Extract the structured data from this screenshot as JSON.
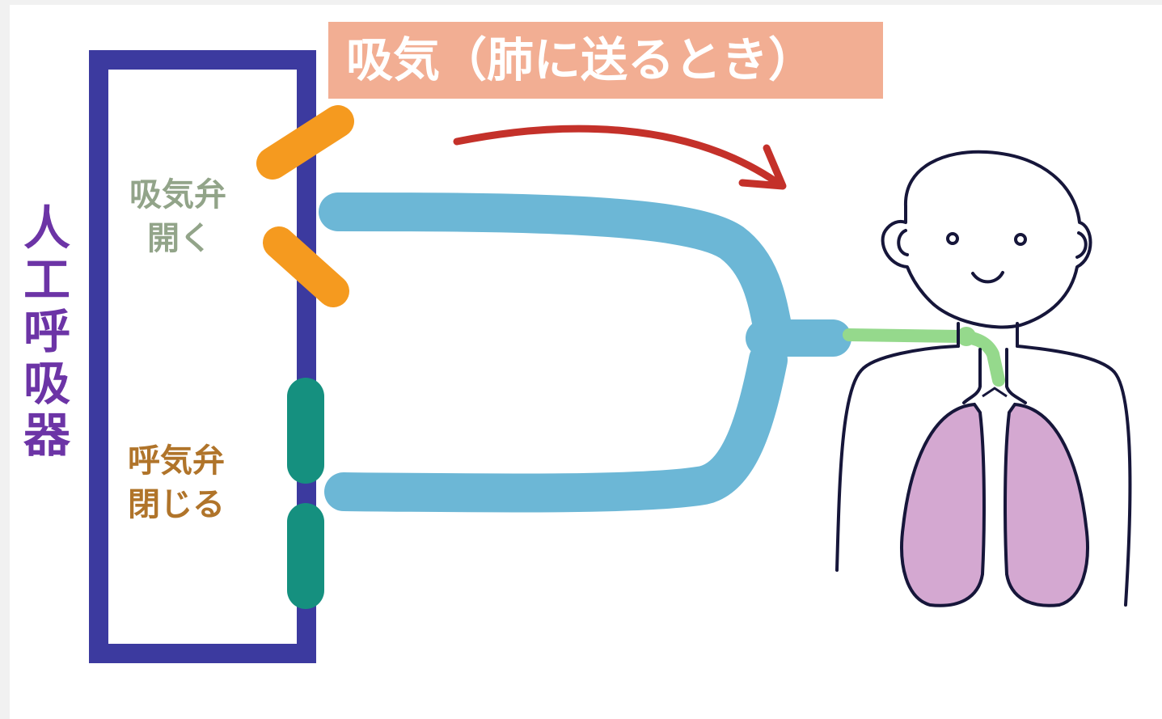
{
  "title": "吸気（肺に送るとき）",
  "machine_label": "人工呼吸器",
  "inhale_valve": {
    "line1": "吸気弁",
    "line2": "開く"
  },
  "exhale_valve": {
    "line1": "呼気弁",
    "line2": "閉じる"
  },
  "colors": {
    "machine_frame": "#3c3a9f",
    "inhale_valve": "#f59a1f",
    "exhale_valve": "#15907f",
    "tube": "#6cb7d6",
    "endotracheal_tube": "#95d98c",
    "arrow": "#c4312a",
    "lungs": "#d4a8d1",
    "title_bg": "#f2ae93",
    "machine_label_text": "#6c34a6",
    "inhale_label_text": "#92a489",
    "exhale_label_text": "#b0742a"
  }
}
